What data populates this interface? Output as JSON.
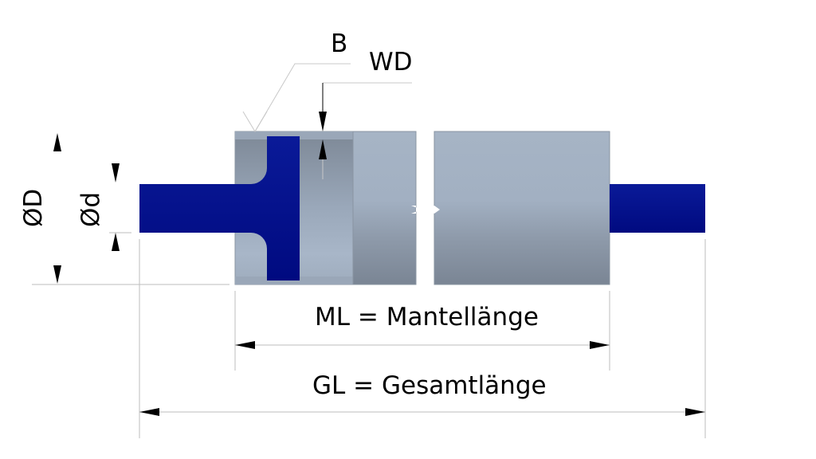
{
  "labels": {
    "b": "B",
    "wd": "WD",
    "outer_diameter": "ØD",
    "shaft_diameter": "Ød",
    "ml": "ML = Mantellänge",
    "gl": "GL = Gesamtlänge"
  },
  "colors": {
    "shaft": "#000f8c",
    "tube_light": "#a4b2c4",
    "tube_dark": "#7c8896"
  }
}
